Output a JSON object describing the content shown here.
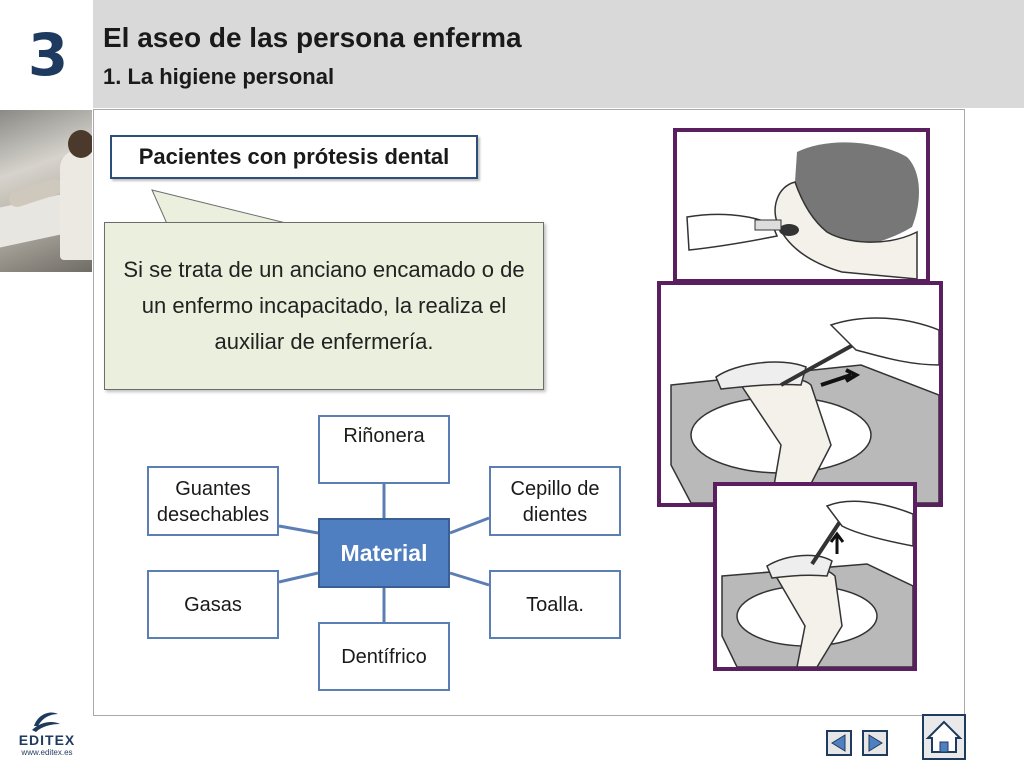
{
  "header": {
    "chapter_number": "3",
    "title": "El aseo de las persona enferma",
    "subtitle": "1. La higiene personal"
  },
  "content": {
    "heading": "Pacientes con prótesis dental",
    "note": "Si se trata de un anciano encamado o de un enfermo incapacitado, la realiza el auxiliar de enfermería."
  },
  "mindmap": {
    "center": "Material",
    "top": "Riñonera",
    "left_top": "Guantes desechables",
    "left_bottom": "Gasas",
    "right_top": "Cepillo de dientes",
    "right_bottom": "Toalla.",
    "bottom": "Dentífrico"
  },
  "logo": {
    "name": "EDITEX",
    "url": "www.editex.es"
  },
  "colors": {
    "accent": "#4f7fc0",
    "node_border": "#5b7fb5",
    "illustration_frame": "#5a1f5e",
    "note_background": "#eaf0dd"
  },
  "icons": [
    "prev-arrow-icon",
    "next-arrow-icon",
    "home-icon"
  ]
}
